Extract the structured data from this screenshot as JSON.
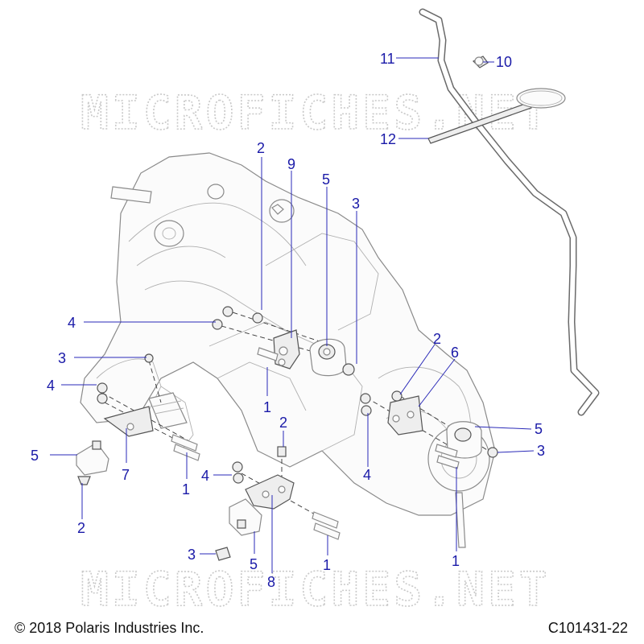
{
  "watermark": {
    "text": "MICROFICHES.NET"
  },
  "footer": {
    "copyright": "© 2018 Polaris Industries Inc.",
    "figure_id": "C101431-22"
  },
  "callouts": {
    "c1a": "1",
    "c1b": "1",
    "c1c": "1",
    "c1d": "1",
    "c2a": "2",
    "c2b": "2",
    "c2c": "2",
    "c2d": "2",
    "c3a": "3",
    "c3b": "3",
    "c3c": "3",
    "c3d": "3",
    "c4a": "4",
    "c4b": "4",
    "c4c": "4",
    "c4d": "4",
    "c5a": "5",
    "c5b": "5",
    "c5c": "5",
    "c5d": "5",
    "c6": "6",
    "c7": "7",
    "c8": "8",
    "c9": "9",
    "c10": "10",
    "c11": "11",
    "c12": "12"
  },
  "colors": {
    "callout": "#1a1aa8",
    "line_art": "#8a8a8a",
    "watermark": "#c9c9c9"
  }
}
